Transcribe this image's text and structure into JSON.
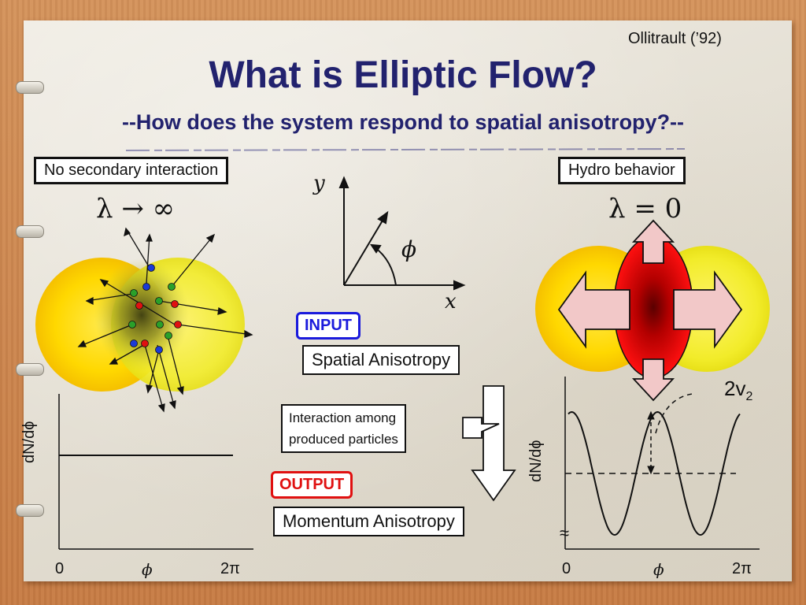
{
  "citation": "Ollitrault (’92)",
  "title": "What is Elliptic Flow?",
  "subtitle": "--How does the system respond to spatial anisotropy?--",
  "left_panel": {
    "label": "No secondary interaction",
    "formula": "λ → ∞",
    "plot": {
      "ylabel": "dN/dϕ",
      "x_start": "0",
      "x_mid": "ϕ",
      "x_end": "2π"
    }
  },
  "right_panel": {
    "label": "Hydro behavior",
    "formula": "λ = 0",
    "plot": {
      "ylabel": "dN/dϕ",
      "x_start": "0",
      "x_mid": "ϕ",
      "x_end": "2π",
      "amplitude_label": "2v",
      "amplitude_sub": "2",
      "break_mark": "≈"
    }
  },
  "axes_diagram": {
    "y_label": "y",
    "x_label": "x",
    "angle_label": "ϕ"
  },
  "flow": {
    "input_tag": "INPUT",
    "input_color": "#1a1adc",
    "input_box": "Spatial Anisotropy",
    "interaction_line1": "Interaction among",
    "interaction_line2": "produced particles",
    "output_tag": "OUTPUT",
    "output_color": "#e01010",
    "output_box": "Momentum Anisotropy"
  }
}
